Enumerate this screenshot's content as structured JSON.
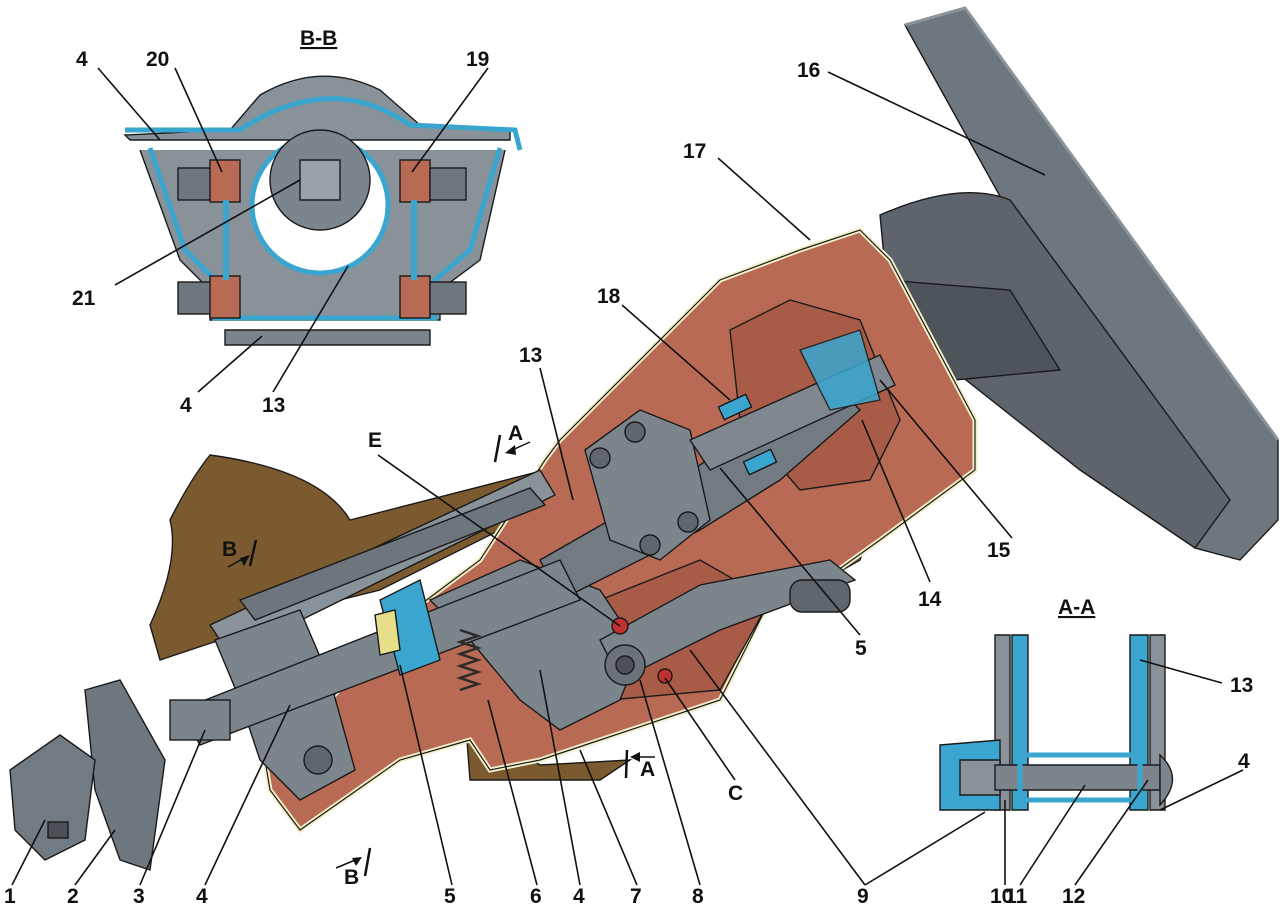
{
  "section_titles": {
    "bb": "B-B",
    "aa": "A-A"
  },
  "section_marks": {
    "a_top": "A",
    "a_bottom": "A",
    "b_left": "B",
    "b_bottom": "B"
  },
  "callouts": {
    "n1": "1",
    "n2": "2",
    "n3": "3",
    "n4_bottom": "4",
    "n5_bottom": "5",
    "n6": "6",
    "n4_mid": "4",
    "n7": "7",
    "n8": "8",
    "n9_bottom": "9",
    "n10": "10",
    "n11": "11",
    "n12": "12",
    "n5_right": "5",
    "n9_right": "9",
    "nC": "C",
    "nE": "E",
    "n13_main": "13",
    "n14": "14",
    "n15": "15",
    "n16": "16",
    "n17": "17",
    "n18": "18",
    "n4_bb_top": "4",
    "n20": "20",
    "n19": "19",
    "n21": "21",
    "n4_bb_bottom": "4",
    "n13_bb": "13",
    "n13_aa": "13",
    "n4_aa": "4"
  },
  "colors": {
    "housing_red": "#b86a55",
    "panel_brown": "#7a5a2e",
    "steel_gray": "#7d858c",
    "steel_dark": "#5f666c",
    "seal_blue": "#3aa6d0",
    "outline_cream": "#f3efc8"
  }
}
